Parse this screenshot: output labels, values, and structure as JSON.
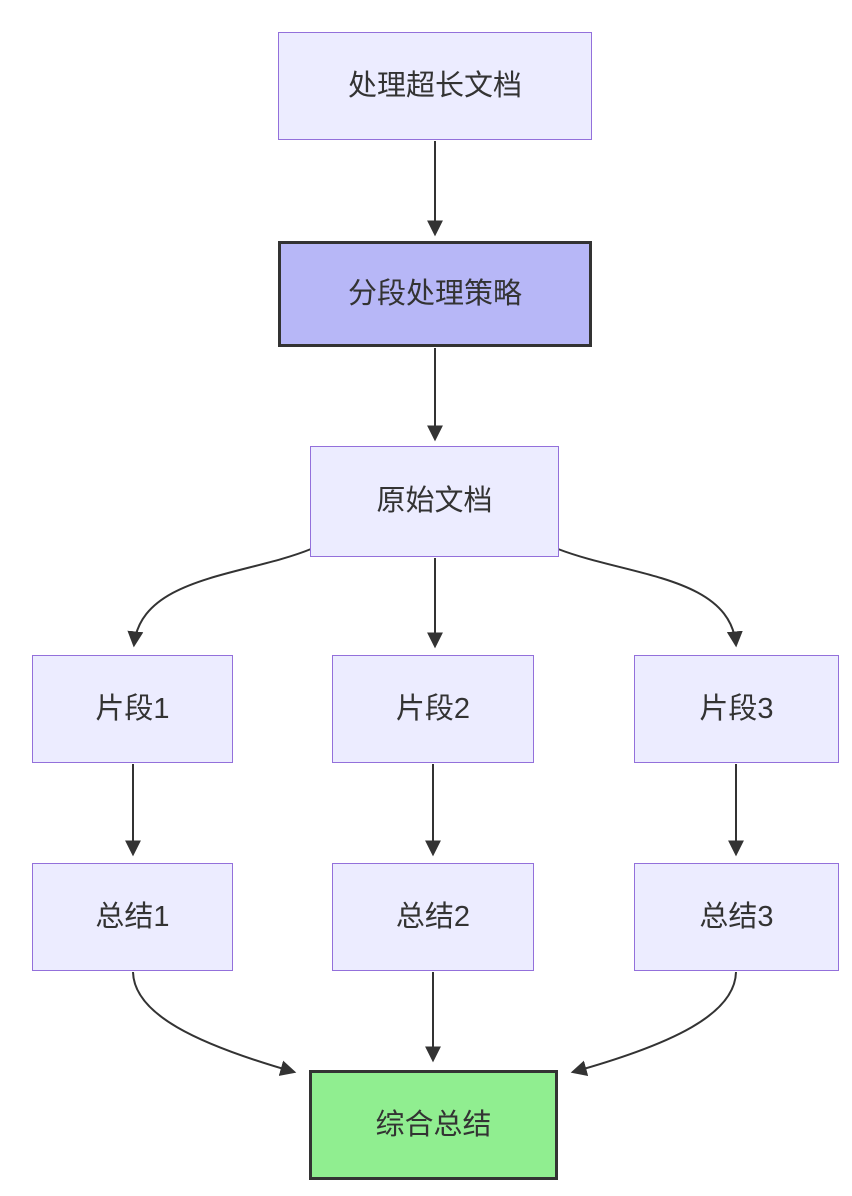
{
  "diagram": {
    "type": "flowchart",
    "direction": "top-down",
    "nodes": [
      {
        "id": "start",
        "label": "处理超长文档",
        "style": "default"
      },
      {
        "id": "strategy",
        "label": "分段处理策略",
        "style": "strategy"
      },
      {
        "id": "original",
        "label": "原始文档",
        "style": "default"
      },
      {
        "id": "fragment1",
        "label": "片段1",
        "style": "default"
      },
      {
        "id": "fragment2",
        "label": "片段2",
        "style": "default"
      },
      {
        "id": "fragment3",
        "label": "片段3",
        "style": "default"
      },
      {
        "id": "summary1",
        "label": "总结1",
        "style": "default"
      },
      {
        "id": "summary2",
        "label": "总结2",
        "style": "default"
      },
      {
        "id": "summary3",
        "label": "总结3",
        "style": "default"
      },
      {
        "id": "final",
        "label": "综合总结",
        "style": "final"
      }
    ],
    "edges": [
      {
        "from": "处理超长文档",
        "to": "分段处理策略"
      },
      {
        "from": "分段处理策略",
        "to": "原始文档"
      },
      {
        "from": "原始文档",
        "to": "片段1"
      },
      {
        "from": "原始文档",
        "to": "片段2"
      },
      {
        "from": "原始文档",
        "to": "片段3"
      },
      {
        "from": "片段1",
        "to": "总结1"
      },
      {
        "from": "片段2",
        "to": "总结2"
      },
      {
        "from": "片段3",
        "to": "总结3"
      },
      {
        "from": "总结1",
        "to": "综合总结"
      },
      {
        "from": "总结2",
        "to": "综合总结"
      },
      {
        "from": "总结3",
        "to": "综合总结"
      }
    ],
    "colors": {
      "node_fill": "#ECECFF",
      "node_border": "#9370DB",
      "strategy_fill": "#B7B7F7",
      "final_fill": "#90EE90",
      "emphasis_border": "#333333",
      "edge_stroke": "#333333",
      "text": "#333333",
      "background": "#FFFFFF"
    }
  }
}
